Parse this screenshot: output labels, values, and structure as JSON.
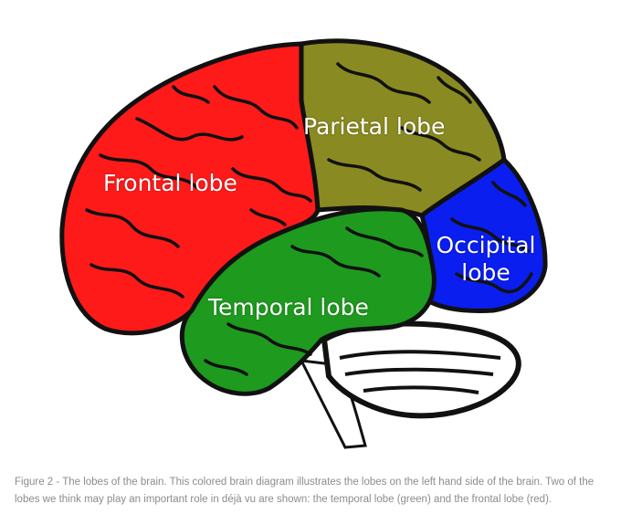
{
  "diagram": {
    "colors": {
      "frontal": "#ff1a1a",
      "parietal": "#8a8a22",
      "temporal": "#1e9a1e",
      "occipital": "#0a1ef0",
      "outline": "#111111",
      "cerebellum": "#ffffff"
    },
    "labels": {
      "frontal": "Frontal lobe",
      "parietal": "Parietal lobe",
      "temporal": "Temporal lobe",
      "occipital_line1": "Occipital",
      "occipital_line2": "lobe"
    }
  },
  "caption": {
    "text": "Figure 2 - The lobes of the brain. This colored brain diagram illustrates the lobes on the left hand side of the brain. Two of the lobes we think may play an important role in déjà vu are shown: the temporal lobe (green) and the frontal lobe (red)."
  }
}
